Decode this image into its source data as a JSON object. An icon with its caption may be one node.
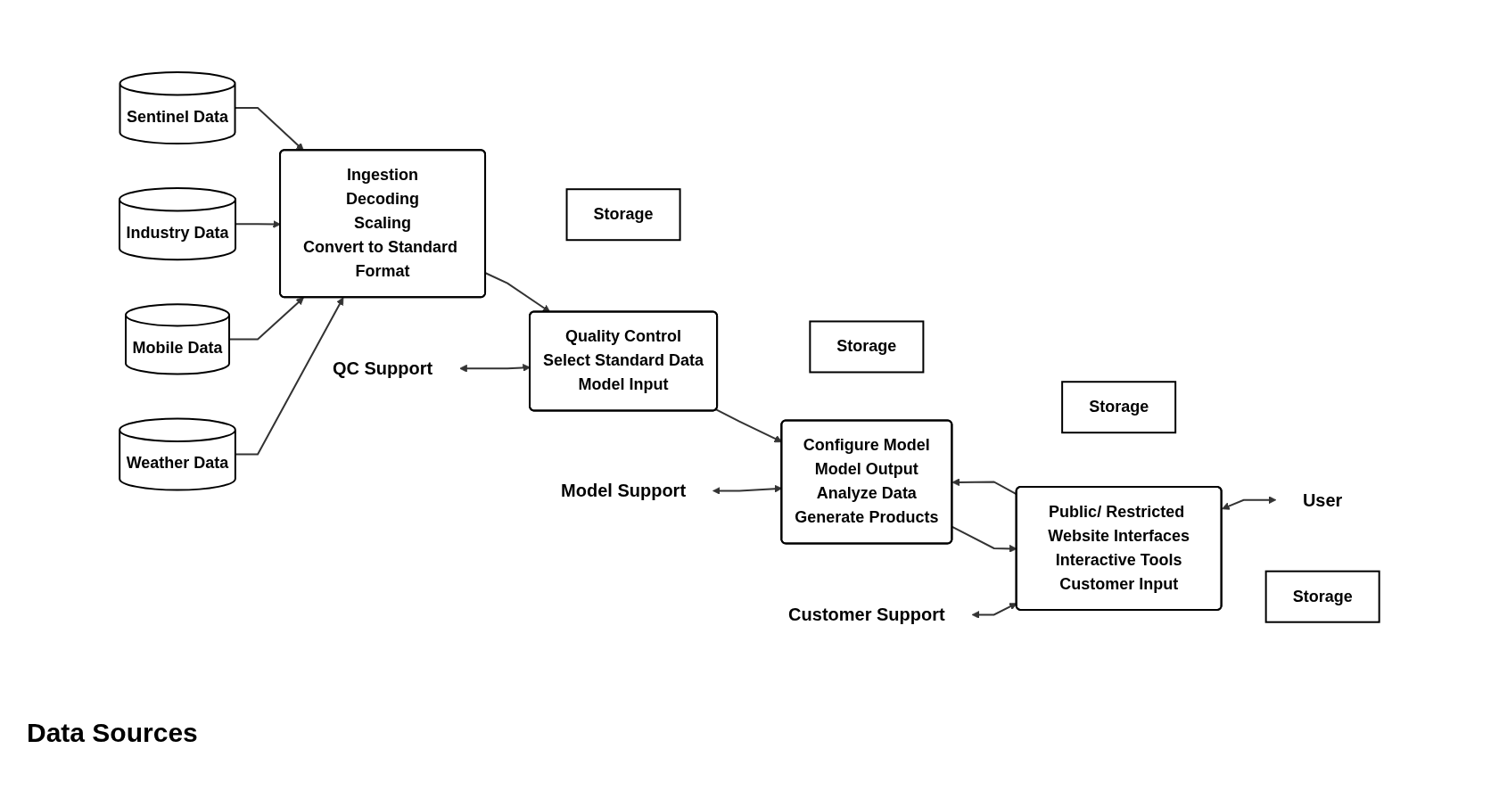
{
  "diagram": {
    "nodes": [
      {
        "text": [
          "Weather Data"
        ]
      },
      {
        "text": [
          "Mobile Data"
        ]
      },
      {
        "text": [
          "Industry Data"
        ]
      },
      {
        "text": [
          "Sentinel Data"
        ]
      },
      {
        "text": [
          "Ingestion",
          "Decoding",
          "Scaling",
          "Convert to Standard Format"
        ]
      },
      {
        "text": [
          "Storage"
        ]
      },
      {
        "text": [
          "QC Support"
        ]
      },
      {
        "text": [
          "Quality Control",
          "Select Standard Data",
          "Model Input"
        ]
      },
      {
        "text": [
          "Storage"
        ]
      },
      {
        "text": [
          "Model Support"
        ]
      },
      {
        "text": [
          "Configure Model",
          "Model Output",
          "Analyze Data",
          "Generate Products"
        ]
      },
      {
        "text": [
          "Storage"
        ]
      },
      {
        "text": [
          "Customer Support"
        ]
      },
      {
        "text": [
          "Public/ Restricted Website Interfaces",
          "Interactive Tools",
          "Customer Input"
        ]
      },
      {
        "text": [
          "Storage"
        ]
      },
      {
        "text": [
          "User"
        ]
      }
    ],
    "edges": [
      {
        "from": 0,
        "to": 4,
        "arrow": "to"
      },
      {
        "from": 1,
        "to": 4,
        "arrow": "to"
      },
      {
        "from": 2,
        "to": 4,
        "arrow": "to"
      },
      {
        "from": 3,
        "to": 4,
        "arrow": "to"
      },
      {
        "from": 6,
        "to": 7,
        "arrow": "both"
      },
      {
        "from": 4,
        "to": 7,
        "arrow": "to"
      },
      {
        "from": 9,
        "to": 10,
        "arrow": "both"
      },
      {
        "from": 7,
        "to": 10,
        "arrow": "to"
      },
      {
        "from": 12,
        "to": 13,
        "arrow": "both"
      },
      {
        "from": 10,
        "to": 13,
        "arrow": "to"
      },
      {
        "from": 13,
        "to": 10,
        "arrow": "to"
      },
      {
        "from": 13,
        "to": 15,
        "arrow": "both"
      }
    ],
    "labels": [
      "Data Sources"
    ]
  }
}
